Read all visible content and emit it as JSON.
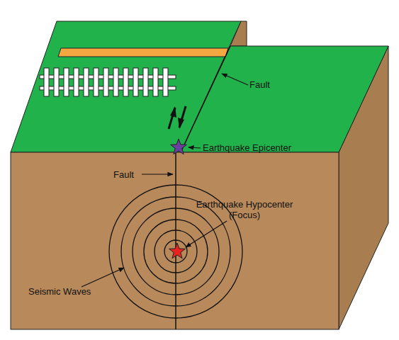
{
  "diagram": {
    "labels": [
      "Fault",
      "Earthquake Epicenter",
      "Fault",
      "Earthquake Hypocenter (Focus)",
      "Seismic Waves"
    ]
  }
}
